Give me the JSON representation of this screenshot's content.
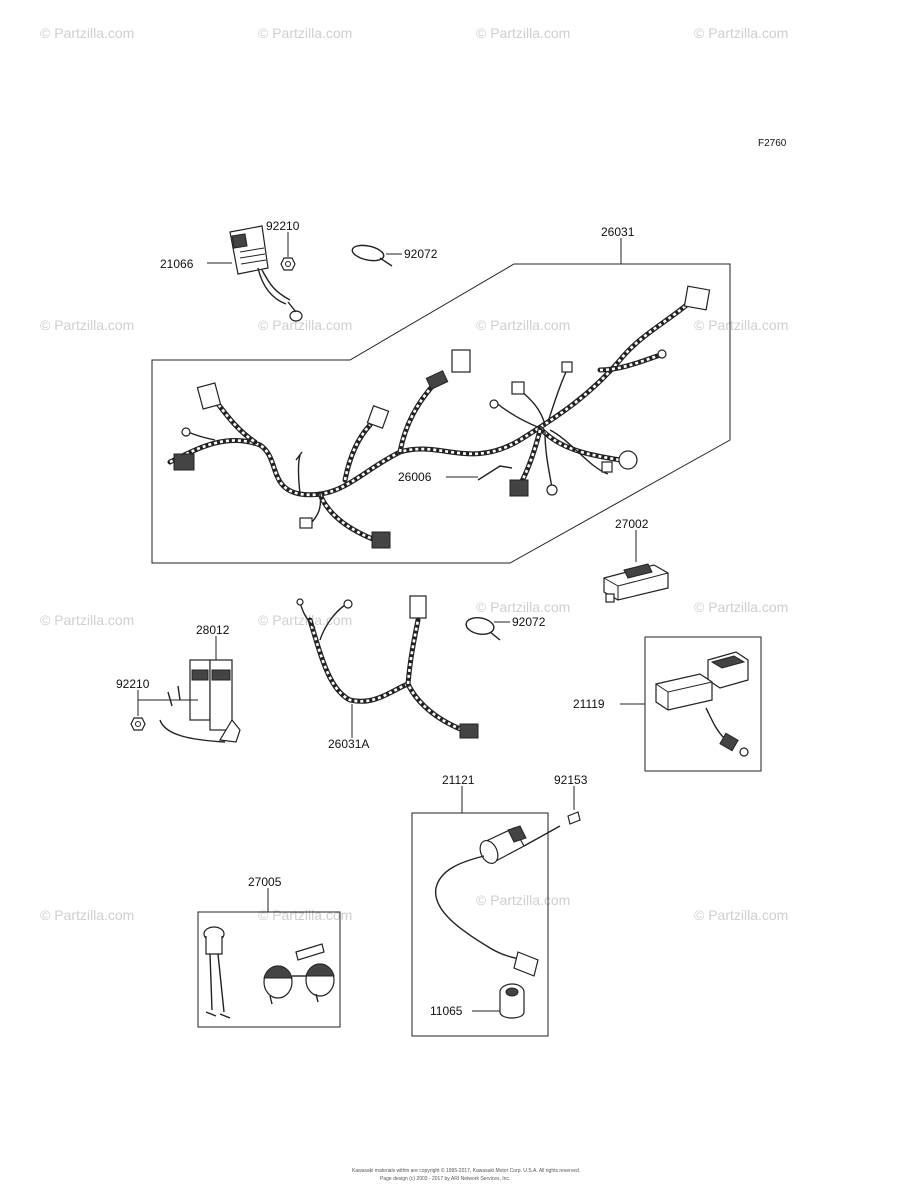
{
  "figure_code": "F2760",
  "watermark": "© Partzilla.com",
  "copyright_line1": "Kawasaki materials within are copyright © 1995-2017, Kawasaki Motor Corp. U.S.A. All rights reserved.",
  "copyright_line2": "Page design (c) 2003 - 2017 by ARI Network Services, Inc.",
  "parts": {
    "p21066": "21066",
    "p92210a": "92210",
    "p92072a": "92072",
    "p26031": "26031",
    "p26006": "26006",
    "p27002": "27002",
    "p28012": "28012",
    "p92210b": "92210",
    "p26031a": "26031A",
    "p92072b": "92072",
    "p21119": "21119",
    "p21121": "21121",
    "p92153": "92153",
    "p27005": "27005",
    "p11065": "11065"
  }
}
